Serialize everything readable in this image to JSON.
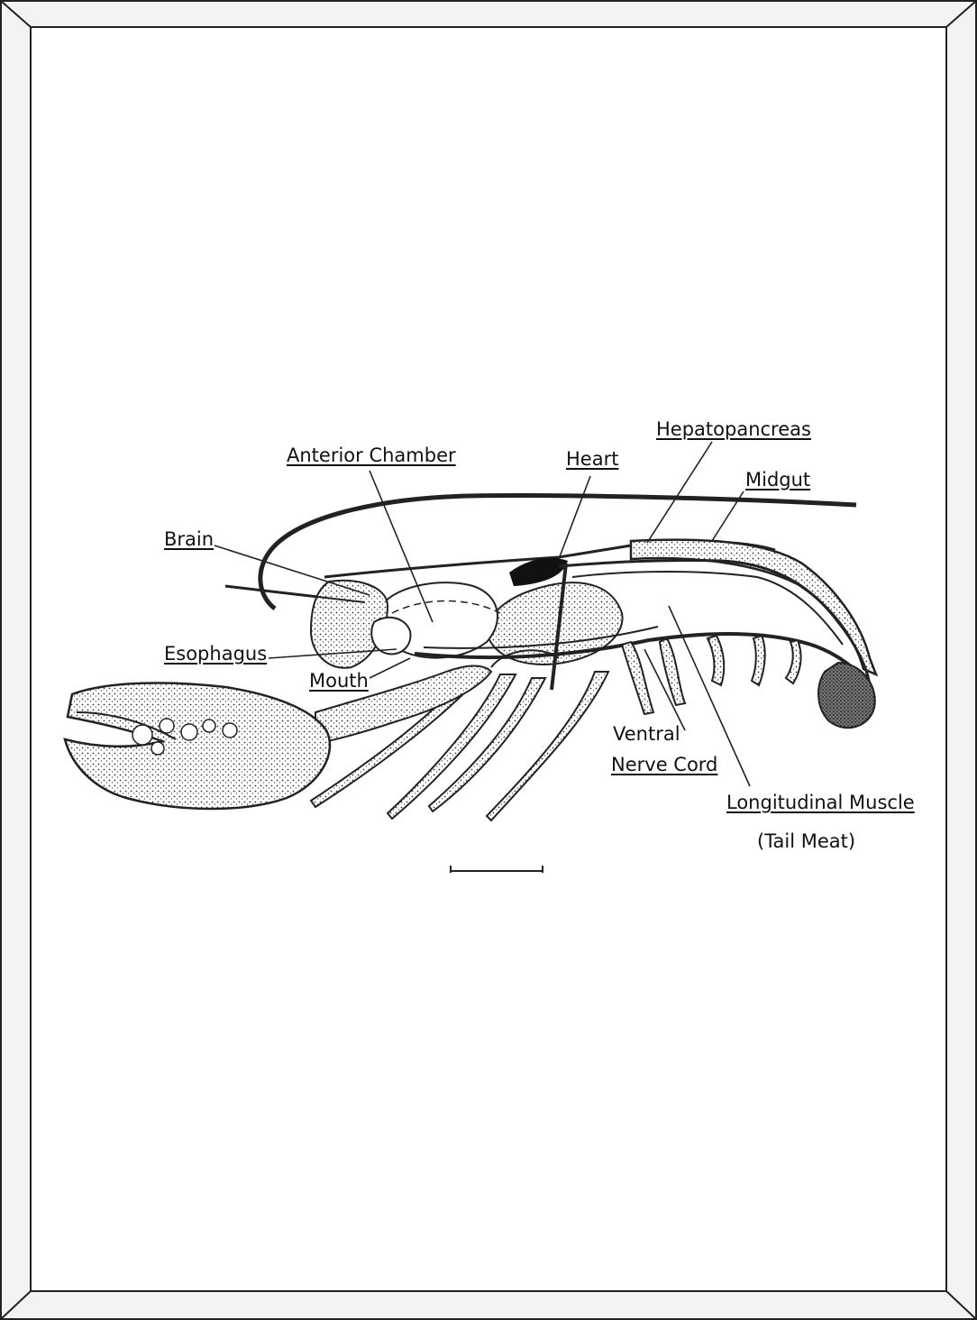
{
  "labels": {
    "anterior_chamber": "Anterior Chamber",
    "heart": "Heart",
    "hepatopancreas": "Hepatopancreas",
    "midgut": "Midgut",
    "brain": "Brain",
    "esophagus": "Esophagus",
    "mouth": "Mouth",
    "ventral_line1": "Ventral",
    "ventral_line2": "Nerve Cord",
    "longitudinal": "Longitudinal Muscle",
    "tail_meat": "(Tail Meat)"
  }
}
